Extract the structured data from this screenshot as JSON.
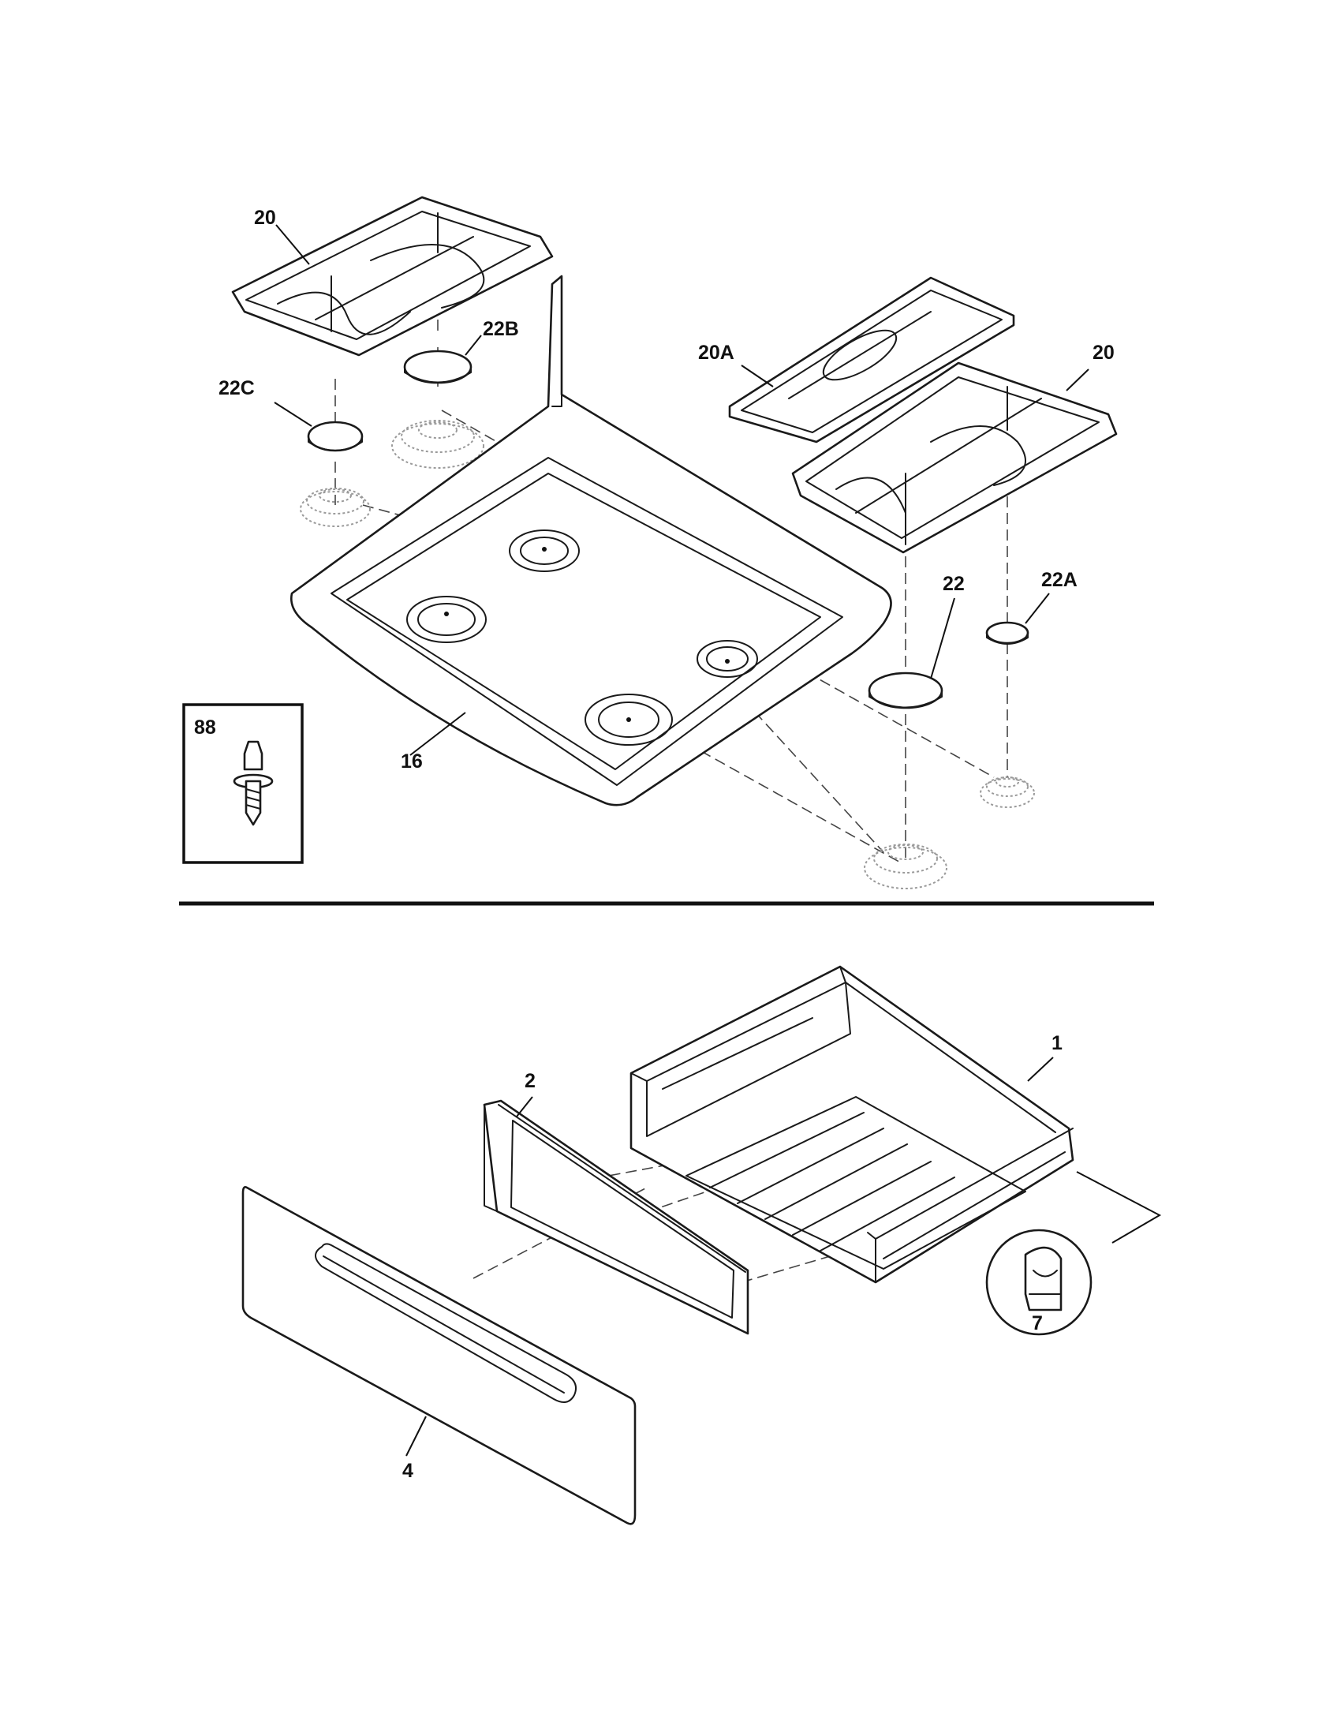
{
  "callouts": {
    "grate_left": "20",
    "cap_22b": "22B",
    "cap_22c": "22C",
    "grate_center": "20A",
    "grate_right": "20",
    "cap_22": "22",
    "cap_22a": "22A",
    "cooktop": "16",
    "screw": "88",
    "drawer_frame": "1",
    "drawer_panel": "2",
    "drawer_front": "4",
    "clip": "7"
  }
}
